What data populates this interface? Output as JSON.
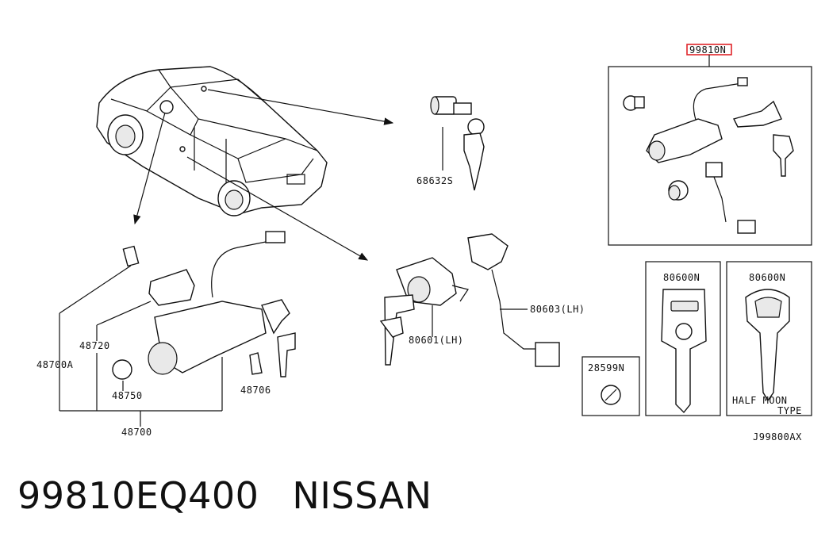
{
  "labels": {
    "kit": "99810N",
    "l68632s": "68632S",
    "l80603lh": "80603(LH)",
    "l80601lh": "80601(LH)",
    "l48720": "48720",
    "l48700a": "48700A",
    "l48750": "48750",
    "l48706": "48706",
    "l48700": "48700",
    "l28599n": "28599N",
    "l80600n_a": "80600N",
    "l80600n_b": "80600N",
    "half_moon": "HALF MOON",
    "type": "TYPE",
    "drawing_code": "J99800AX"
  },
  "caption": {
    "part_number": "99810EQ400",
    "brand": "NISSAN"
  },
  "colors": {
    "highlight": "#e0242a",
    "ink": "#111111"
  }
}
